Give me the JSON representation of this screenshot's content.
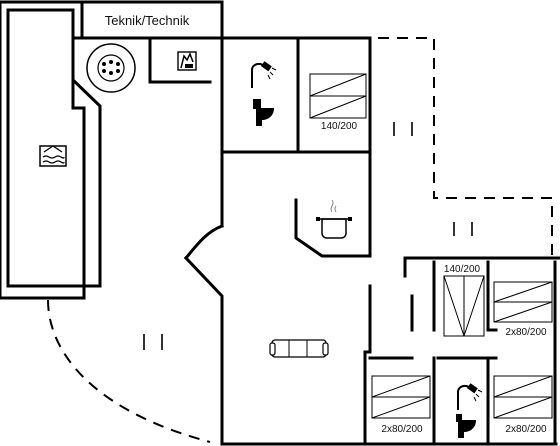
{
  "rooms": {
    "technical_label": "Teknik/Technik"
  },
  "beds": [
    {
      "label": "140/200"
    },
    {
      "label": "140/200"
    },
    {
      "label": "2x80/200"
    },
    {
      "label": "2x80/200"
    },
    {
      "label": "2x80/200"
    }
  ],
  "icons": {
    "pool": "swimming-pool-icon",
    "whirlpool": "whirlpool-icon",
    "sauna": "sauna-icon",
    "shower": "shower-icon",
    "toilet": "toilet-icon",
    "kitchen": "cooking-pot-icon",
    "sofa": "sofa-icon"
  }
}
